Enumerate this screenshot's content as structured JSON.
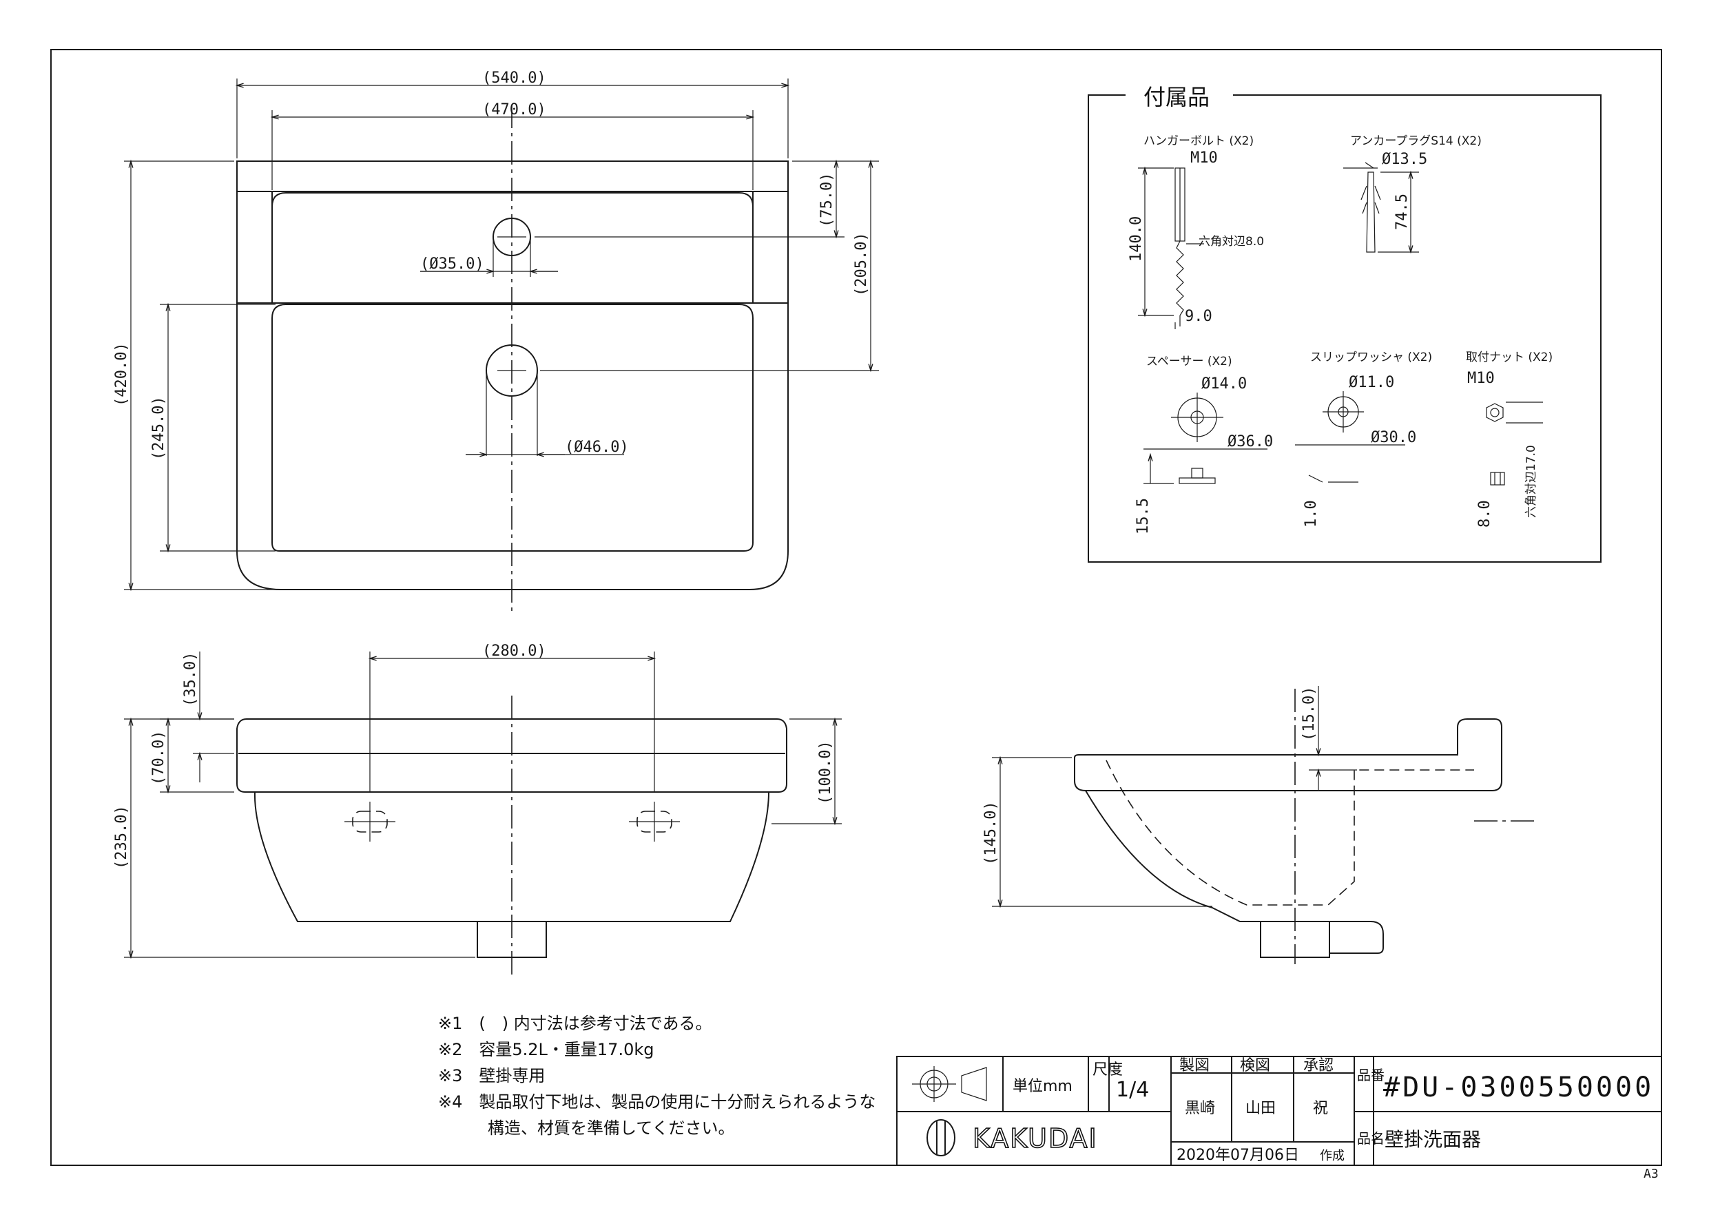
{
  "dims": {
    "top_width_outer": "(540.0)",
    "top_width_inner": "(470.0)",
    "top_hole_small": "(Ø35.0)",
    "top_hole_large": "(Ø46.0)",
    "top_75": "(75.0)",
    "top_205": "(205.0)",
    "top_420": "(420.0)",
    "top_245": "(245.0)",
    "front_280": "(280.0)",
    "front_35": "(35.0)",
    "front_70": "(70.0)",
    "front_100": "(100.0)",
    "front_235": "(235.0)",
    "side_15": "(15.0)",
    "side_145": "(145.0)"
  },
  "accessories": {
    "title": "付属品",
    "hanger_bolt": "ハンガーボルト (X2)",
    "hanger_m10": "M10",
    "hanger_140": "140.0",
    "hanger_hex": "六角対辺8.0",
    "hanger_9": "9.0",
    "anchor": "アンカープラグS14 (X2)",
    "anchor_dia": "Ø13.5",
    "anchor_len": "74.5",
    "spacer": "スペーサー (X2)",
    "spacer_14": "Ø14.0",
    "spacer_36": "Ø36.0",
    "spacer_155": "15.5",
    "washer": "スリップワッシャ (X2)",
    "washer_11": "Ø11.0",
    "washer_30": "Ø30.0",
    "washer_1": "1.0",
    "nut": "取付ナット (X2)",
    "nut_m10": "M10",
    "nut_8": "8.0",
    "nut_hex": "六角対辺17.0"
  },
  "notes": [
    "※1　(　) 内寸法は参考寸法である。",
    "※2　容量5.2L・重量17.0kg",
    "※3　壁掛専用",
    "※4　製品取付下地は、製品の使用に十分耐えられるような",
    "　　　構造、材質を準備してください。"
  ],
  "title_block": {
    "unit": "単位mm",
    "scale_label": "尺度",
    "scale_value": "1/4",
    "made": "製図",
    "checked": "検図",
    "approved": "承認",
    "made_by": "黒崎",
    "checked_by": "山田",
    "approved_by": "祝",
    "date": "2020年07月06日",
    "created": "作成",
    "part_no_label": "品番",
    "part_no": "#DU-0300550000",
    "name_label": "品名",
    "name": "壁掛洗面器",
    "brand": "KAKUDAI",
    "sheet": "A3"
  }
}
